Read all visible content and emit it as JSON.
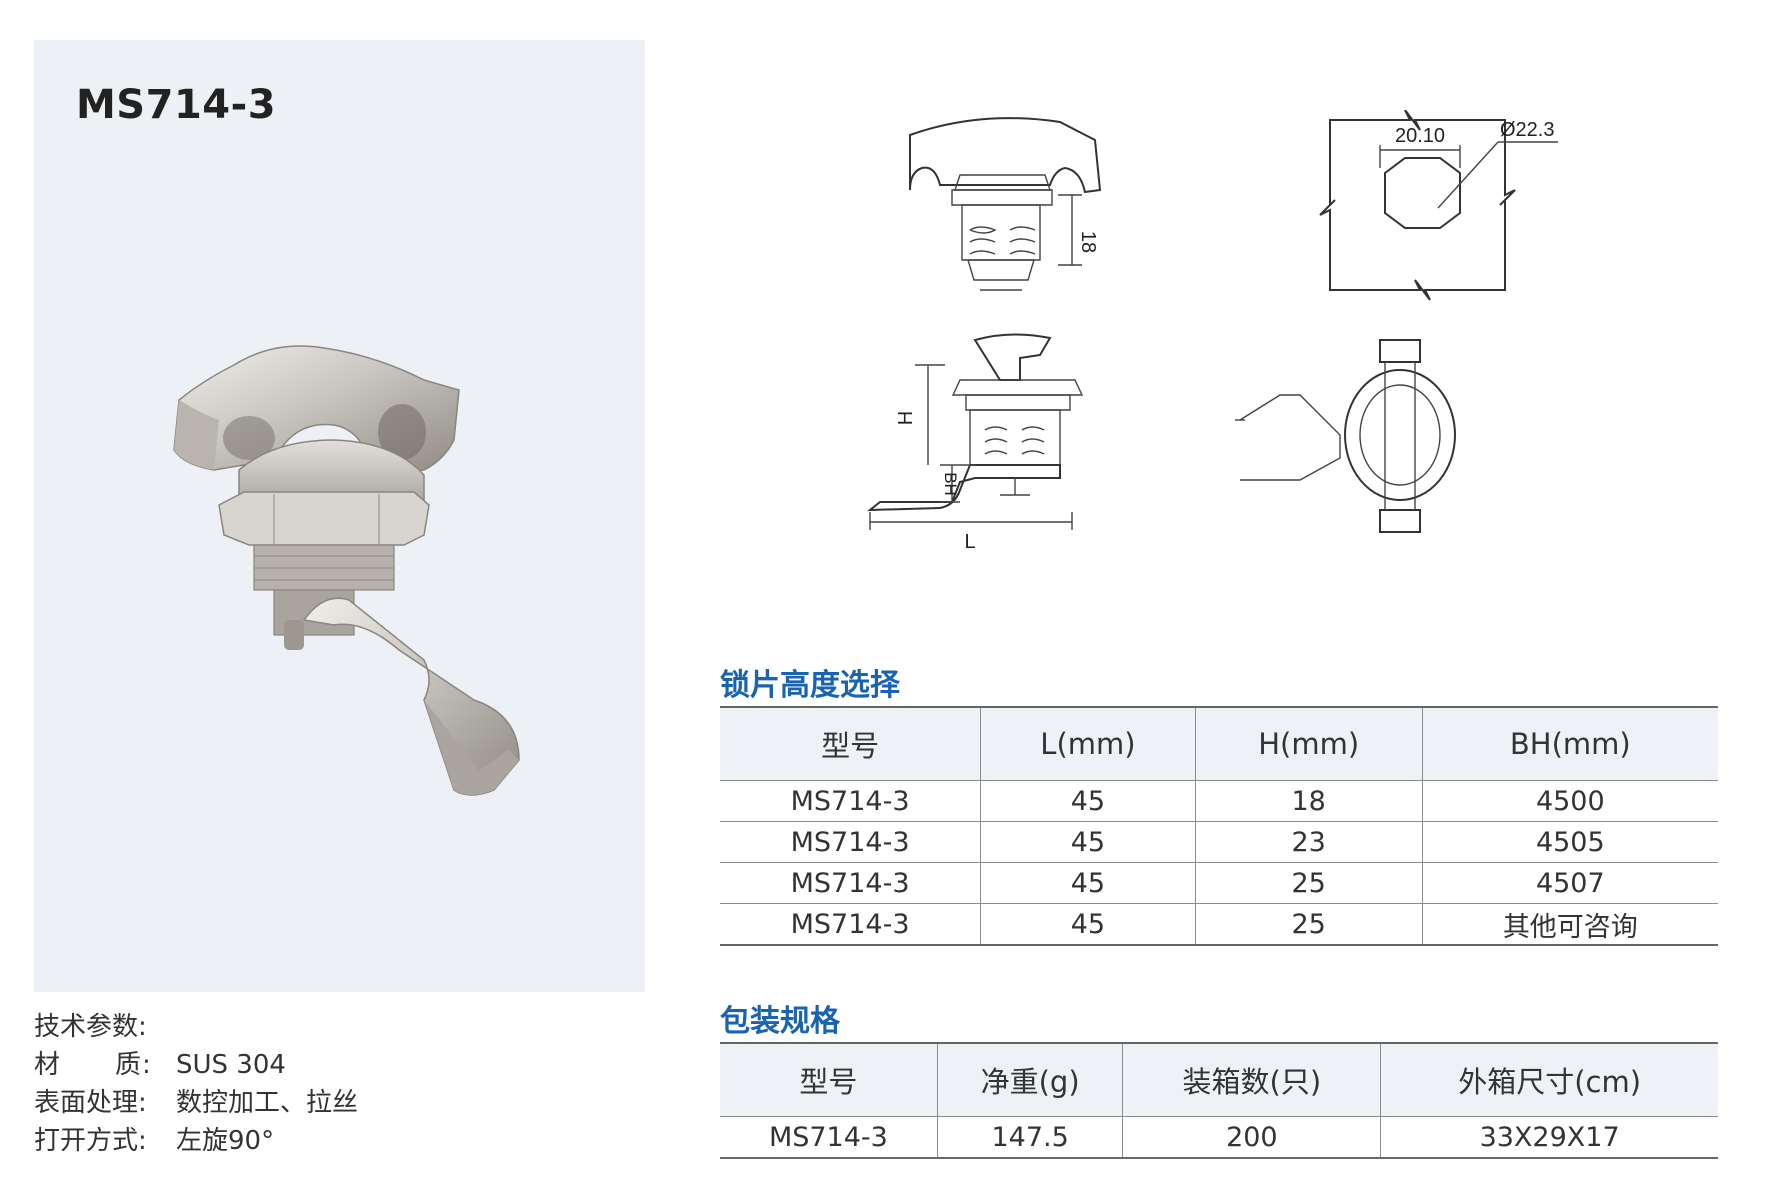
{
  "product": {
    "model": "MS714-3"
  },
  "specs": {
    "heading": "技术参数:",
    "rows": [
      {
        "key": "材　　质:",
        "value": "SUS 304"
      },
      {
        "key": "表面处理:",
        "value": "数控加工、拉丝"
      },
      {
        "key": "打开方式:",
        "value": "左旋90°"
      }
    ]
  },
  "drawings": {
    "dim_height": "18",
    "dim_width": "20.10",
    "dim_diameter": "Ø22.3",
    "dim_H": "H",
    "dim_BH": "BH",
    "dim_L": "L"
  },
  "cam_table": {
    "title": "锁片高度选择",
    "columns": [
      "型号",
      "L(mm)",
      "H(mm)",
      "BH(mm)"
    ],
    "rows": [
      [
        "MS714-3",
        "45",
        "18",
        "4500"
      ],
      [
        "MS714-3",
        "45",
        "23",
        "4505"
      ],
      [
        "MS714-3",
        "45",
        "25",
        "4507"
      ],
      [
        "MS714-3",
        "45",
        "25",
        "其他可咨询"
      ]
    ]
  },
  "pack_table": {
    "title": "包装规格",
    "columns": [
      "型号",
      "净重(g)",
      "装箱数(只)",
      "外箱尺寸(cm)"
    ],
    "rows": [
      [
        "MS714-3",
        "147.5",
        "200",
        "33X29X17"
      ]
    ]
  },
  "colors": {
    "accent": "#1a63b0",
    "panel": "#edf1f5"
  }
}
